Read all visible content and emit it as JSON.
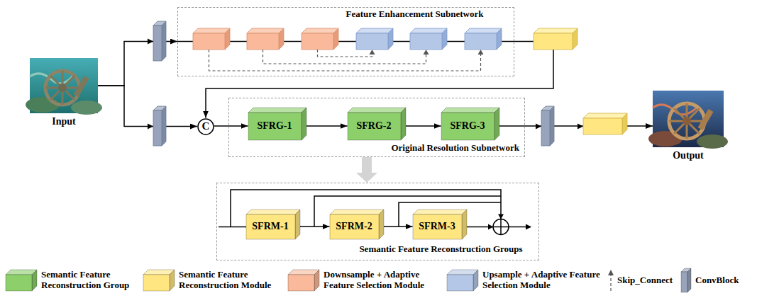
{
  "diagram": {
    "nodes": [
      {
        "text": [
          "Input"
        ]
      },
      {
        "text": [
          "Feature Enhancement Subnetwork"
        ]
      },
      {
        "text": [
          "C"
        ]
      },
      {
        "text": [
          "Original Resolution Subnetwork"
        ]
      },
      {
        "text": [
          "SFRG-1"
        ],
        "in": 3
      },
      {
        "text": [
          "SFRG-2"
        ],
        "in": 3
      },
      {
        "text": [
          "SFRG-3"
        ],
        "in": 3
      },
      {
        "text": [
          "Output"
        ]
      },
      {
        "text": [
          "Semantic Feature Reconstruction Groups"
        ]
      },
      {
        "text": [
          "SFRM-1"
        ],
        "in": 8
      },
      {
        "text": [
          "SFRM-2"
        ],
        "in": 8
      },
      {
        "text": [
          "SFRM-3"
        ],
        "in": 8
      }
    ],
    "edges": [
      {
        "from": 0,
        "to": 1,
        "arrow": "to"
      },
      {
        "from": 0,
        "to": 2,
        "arrow": "to"
      },
      {
        "from": 1,
        "to": 2,
        "arrow": "to"
      },
      {
        "from": 2,
        "to": 4,
        "arrow": "to"
      },
      {
        "from": 4,
        "to": 5,
        "arrow": "to"
      },
      {
        "from": 5,
        "to": 6,
        "arrow": "to"
      },
      {
        "from": 6,
        "to": 7,
        "arrow": "to"
      },
      {
        "from": 3,
        "to": 8,
        "arrow": "to"
      },
      {
        "from": 9,
        "to": 10,
        "arrow": "to"
      },
      {
        "from": 10,
        "to": 11,
        "arrow": "to"
      }
    ],
    "legend": [
      {
        "text": "Semantic Feature Reconstruction Group",
        "color": "#8ccf6b"
      },
      {
        "text": "Semantic Feature Reconstruction Module",
        "color": "#ffe680"
      },
      {
        "text": "Downsample + Adaptive Feature Selection Module",
        "color": "#f9b99a"
      },
      {
        "text": "Upsample + Adaptive Feature Selection Module",
        "color": "#b4c7e7"
      },
      {
        "text": "Skip_Connect"
      },
      {
        "text": "ConvBlock",
        "color": "#98a4bb"
      }
    ]
  }
}
